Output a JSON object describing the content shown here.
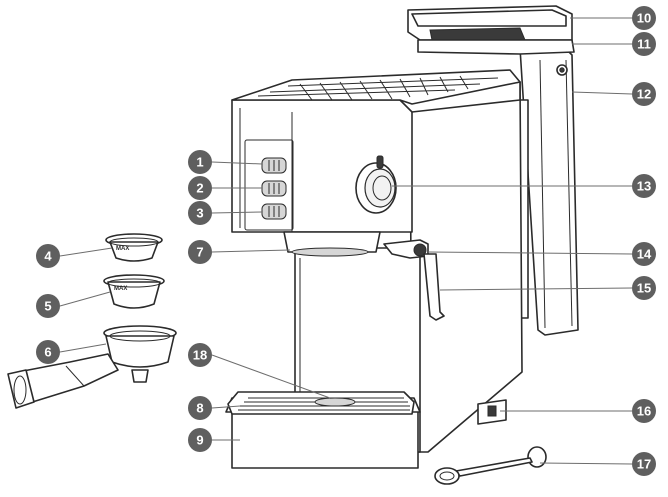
{
  "diagram": {
    "callouts": [
      {
        "number": "1",
        "target": "control-button-top"
      },
      {
        "number": "2",
        "target": "control-button-middle"
      },
      {
        "number": "3",
        "target": "control-button-bottom"
      },
      {
        "number": "4",
        "target": "single-shot-filter-basket"
      },
      {
        "number": "5",
        "target": "double-shot-filter-basket"
      },
      {
        "number": "6",
        "target": "portafilter-handle"
      },
      {
        "number": "7",
        "target": "brew-head"
      },
      {
        "number": "8",
        "target": "drip-tray-grate"
      },
      {
        "number": "9",
        "target": "drip-tray"
      },
      {
        "number": "10",
        "target": "water-tank-lid"
      },
      {
        "number": "11",
        "target": "water-tank-rim"
      },
      {
        "number": "12",
        "target": "water-tank"
      },
      {
        "number": "13",
        "target": "steam-control-knob"
      },
      {
        "number": "14",
        "target": "steam-wand-joint"
      },
      {
        "number": "15",
        "target": "steam-wand"
      },
      {
        "number": "16",
        "target": "power-switch"
      },
      {
        "number": "17",
        "target": "measuring-spoon-tamper"
      },
      {
        "number": "18",
        "target": "cup-platform"
      }
    ],
    "basket_marks": {
      "single": "MAX",
      "double": "MAX"
    }
  }
}
